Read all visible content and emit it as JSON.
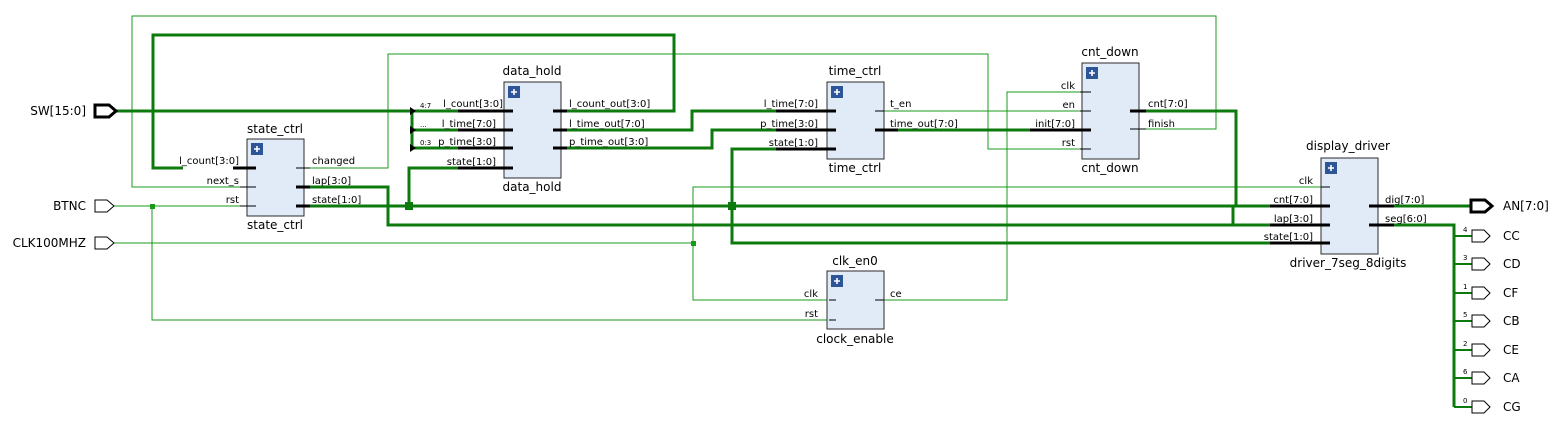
{
  "ports": {
    "sw": "SW[15:0]",
    "btnc": "BTNC",
    "clk": "CLK100MHZ",
    "an": "AN[7:0]",
    "segments": [
      {
        "name": "CC",
        "bit": "4"
      },
      {
        "name": "CD",
        "bit": "3"
      },
      {
        "name": "CF",
        "bit": "1"
      },
      {
        "name": "CB",
        "bit": "5"
      },
      {
        "name": "CE",
        "bit": "2"
      },
      {
        "name": "CA",
        "bit": "6"
      },
      {
        "name": "CG",
        "bit": "0"
      }
    ]
  },
  "blocks": {
    "state_ctrl": {
      "instance": "state_ctrl",
      "module": "state_ctrl",
      "inputs": [
        "l_count[3:0]",
        "next_s",
        "rst"
      ],
      "outputs": [
        "changed",
        "lap[3:0]",
        "state[1:0]"
      ]
    },
    "data_hold": {
      "instance": "data_hold",
      "module": "data_hold",
      "inputs": [
        "l_count[3:0]",
        "l_time[7:0]",
        "p_time[3:0]",
        "state[1:0]"
      ],
      "outputs": [
        "l_count_out[3:0]",
        "l_time_out[7:0]",
        "p_time_out[3:0]"
      ],
      "bus_taps": [
        "4:7",
        "...",
        "0:3"
      ]
    },
    "time_ctrl": {
      "instance": "time_ctrl",
      "module": "time_ctrl",
      "inputs": [
        "l_time[7:0]",
        "p_time[3:0]",
        "state[1:0]"
      ],
      "outputs": [
        "t_en",
        "time_out[7:0]"
      ]
    },
    "cnt_down": {
      "instance": "cnt_down",
      "module": "cnt_down",
      "inputs": [
        "clk",
        "en",
        "init[7:0]",
        "rst"
      ],
      "outputs": [
        "cnt[7:0]",
        "finish"
      ]
    },
    "display_driver": {
      "instance": "display_driver",
      "module": "driver_7seg_8digits",
      "inputs": [
        "clk",
        "cnt[7:0]",
        "lap[3:0]",
        "state[1:0]"
      ],
      "outputs": [
        "dig[7:0]",
        "seg[6:0]"
      ]
    },
    "clk_en0": {
      "instance": "clk_en0",
      "module": "clock_enable",
      "inputs": [
        "clk",
        "rst"
      ],
      "outputs": [
        "ce"
      ]
    }
  },
  "colors": {
    "wire": "#1a9a1a",
    "bus_wire": "#0d7a0d",
    "block_fill": "#e1ebf7",
    "expand_button": "#2e5597"
  }
}
